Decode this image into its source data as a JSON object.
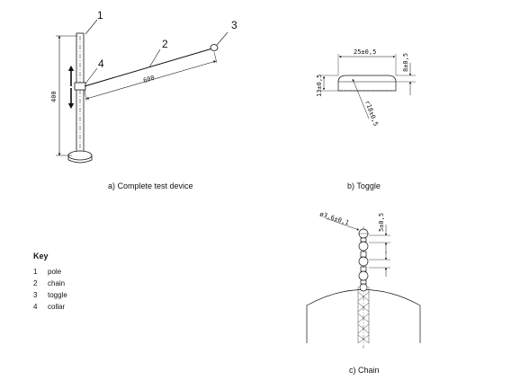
{
  "captions": {
    "a": "a) Complete test device",
    "b": "b) Toggle",
    "c": "c) Chain"
  },
  "callouts": [
    "1",
    "2",
    "3",
    "4"
  ],
  "dimensions": {
    "pole_height": "400",
    "chain_length": "600",
    "toggle_width": "25±0,5",
    "toggle_top_height": "8±0,5",
    "toggle_height": "13±0,5",
    "toggle_radius": "r18±0,5",
    "chain_diameter": "ø3,6±0,1",
    "chain_pitch": "5±0,5"
  },
  "key": {
    "title": "Key",
    "items": [
      {
        "num": "1",
        "label": "pole"
      },
      {
        "num": "2",
        "label": "chain"
      },
      {
        "num": "3",
        "label": "toggle"
      },
      {
        "num": "4",
        "label": "collar"
      }
    ]
  }
}
